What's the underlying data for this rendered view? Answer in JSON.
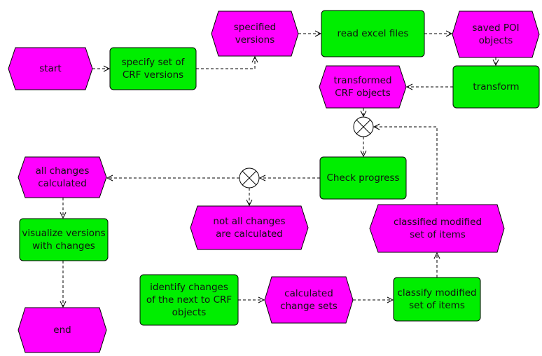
{
  "colors": {
    "event": "#ff00ff",
    "function": "#00ee00",
    "border": "#000000",
    "connector": "#000000"
  },
  "nodes": {
    "start": "start",
    "specify_crf": "specify  set of\nCRF versions",
    "specified_versions": "specified\nversions",
    "read_excel": "read excel files",
    "saved_poi": "saved POI\nobjects",
    "transform": "transform",
    "transformed_crf": "transformed\nCRF objects",
    "check_progress": "Check progress",
    "all_changes": "all changes\ncalculated",
    "not_all_changes": "not all changes\nare calculated",
    "visualize": "visualize versions\nwith changes",
    "end": "end",
    "identify_changes": "identify  changes\nof the next to CRF\nobjects",
    "calculated_change_sets": "calculated\nchange sets",
    "classify_modified": "classify  modified\nset of items",
    "classified_modified": "classified modified\nset of items"
  },
  "connectors": [
    "xor",
    "xor"
  ]
}
